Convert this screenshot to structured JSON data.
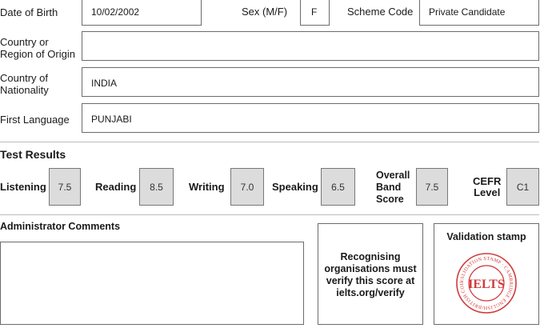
{
  "personal": {
    "dob_label": "Date of Birth",
    "dob_value": "10/02/2002",
    "sex_label": "Sex (M/F)",
    "sex_value": "F",
    "scheme_label": "Scheme Code",
    "scheme_value": "Private Candidate",
    "origin_label_1": "Country or",
    "origin_label_2": "Region of Origin",
    "origin_value": "",
    "nationality_label_1": "Country of",
    "nationality_label_2": "Nationality",
    "nationality_value": "INDIA",
    "language_label": "First Language",
    "language_value": "PUNJABI"
  },
  "results": {
    "heading": "Test Results",
    "listening_label": "Listening",
    "listening_score": "7.5",
    "reading_label": "Reading",
    "reading_score": "8.5",
    "writing_label": "Writing",
    "writing_score": "7.0",
    "speaking_label": "Speaking",
    "speaking_score": "6.5",
    "overall_label_1": "Overall",
    "overall_label_2": "Band",
    "overall_label_3": "Score",
    "overall_score": "7.5",
    "cefr_label_1": "CEFR",
    "cefr_label_2": "Level",
    "cefr_value": "C1"
  },
  "comments": {
    "heading": "Administrator Comments",
    "value": ""
  },
  "verify": {
    "line1": "Recognising",
    "line2": "organisations must",
    "line3": "verify this score at",
    "line4": "ielts.org/verify"
  },
  "stamp": {
    "heading": "Validation stamp",
    "center_text": "IELTS",
    "ring_text": "VALIDATION STAMP · CAMBRIDGE ENGLISH/BRITISH COUNCIL ·",
    "color": "#d23a3a"
  }
}
